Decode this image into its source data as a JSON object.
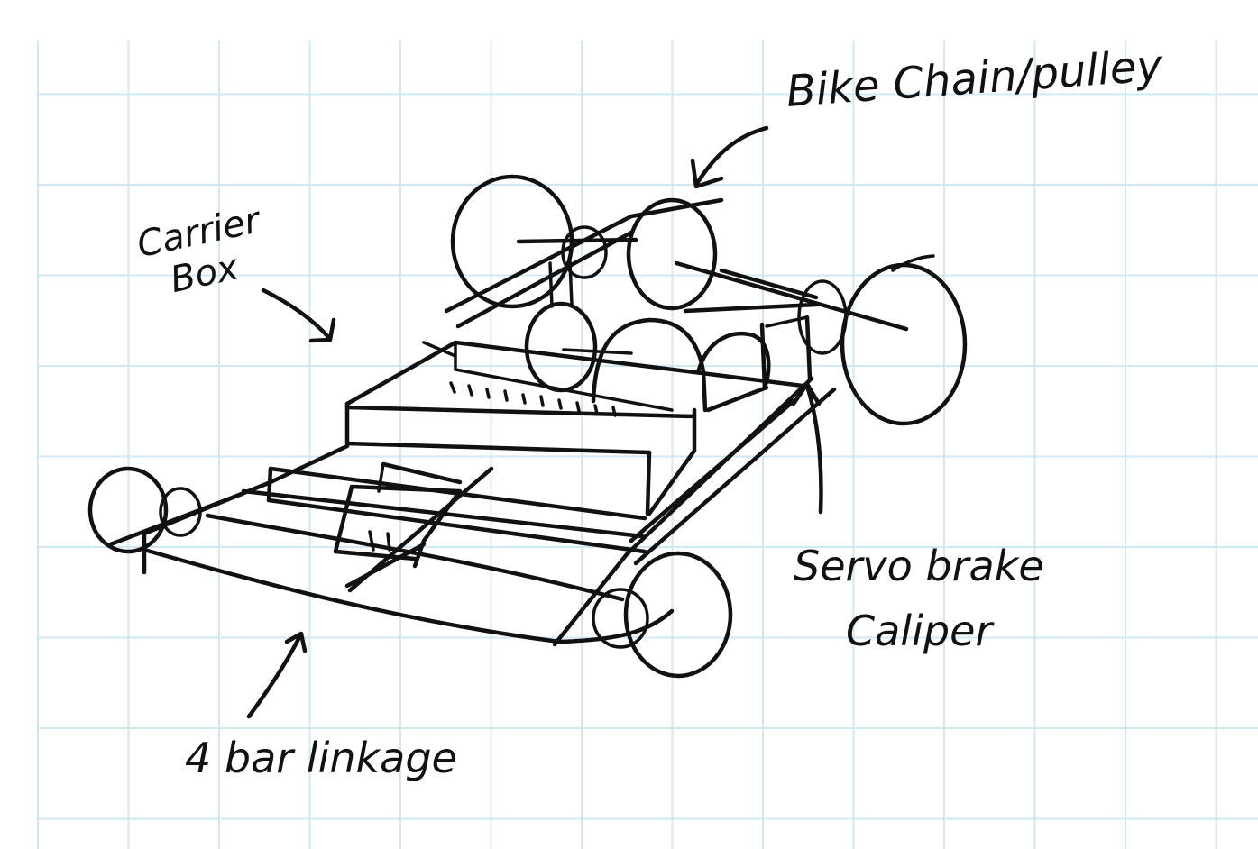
{
  "paper": {
    "background": "#ffffff",
    "grid_color": "#cfe8f3",
    "ink_color": "#111111"
  },
  "labels": {
    "chain": "Bike Chain/pulley",
    "carrier_line1": "Carrier",
    "carrier_line2": "Box",
    "brake_line1": "Servo brake",
    "brake_line2": "Caliper",
    "linkage": "4 bar linkage"
  }
}
